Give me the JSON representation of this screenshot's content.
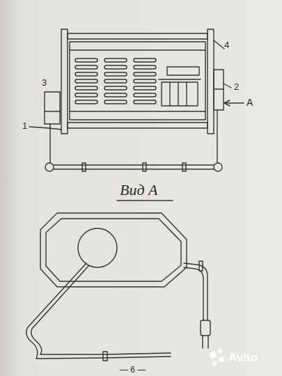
{
  "diagram": {
    "labels": [
      "3",
      "1",
      "4",
      "2",
      "А",
      "Вид А",
      "— 6 —",
      "Avito"
    ]
  }
}
